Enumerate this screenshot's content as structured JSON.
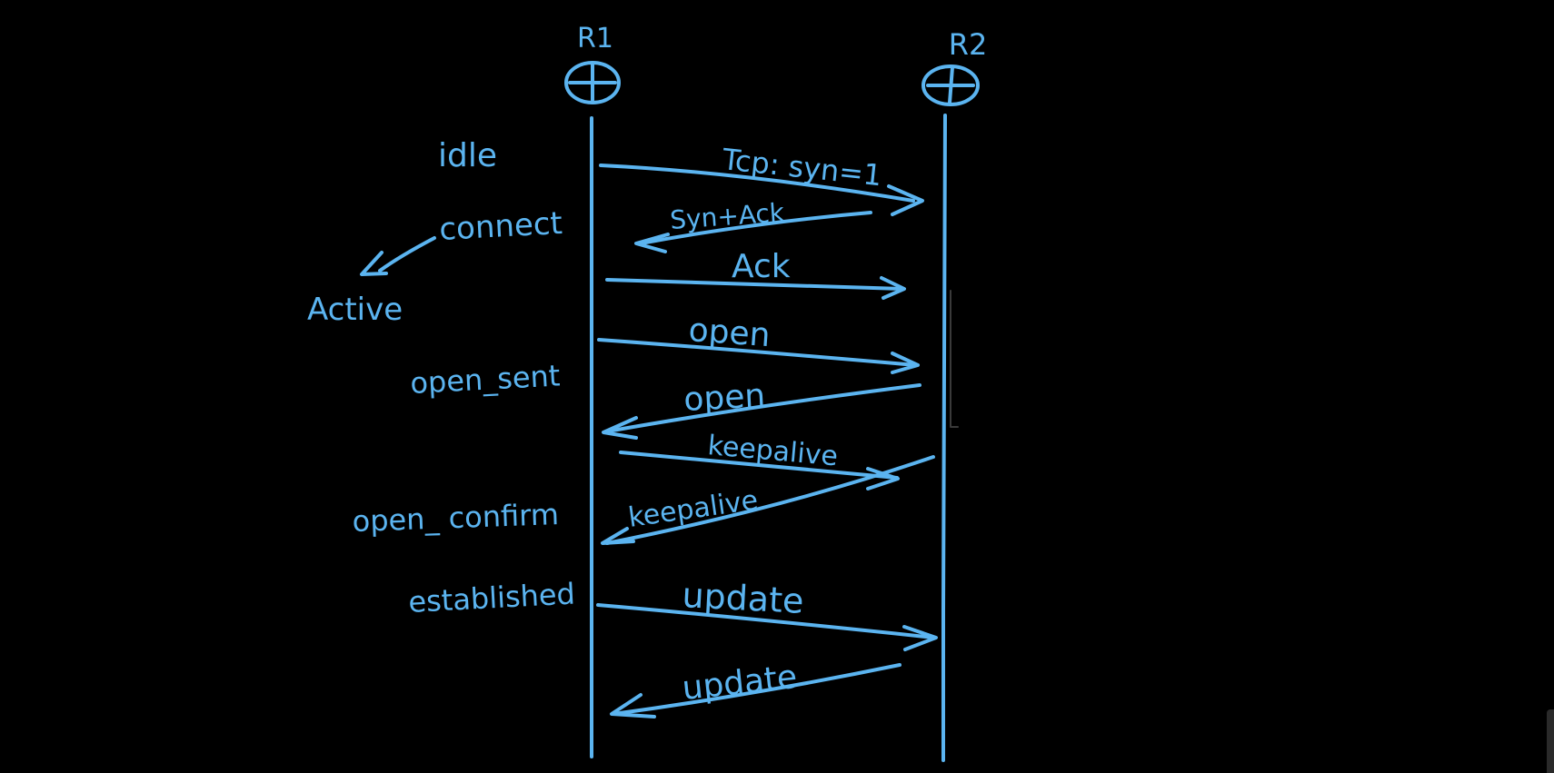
{
  "colors": {
    "ink": "#5bb4f0",
    "background": "#000000"
  },
  "routers": {
    "r1": {
      "label": "R1",
      "icon": "router-icon"
    },
    "r2": {
      "label": "R2",
      "icon": "router-icon"
    }
  },
  "states": {
    "idle": "idle",
    "connect": "connect",
    "active": "Active",
    "open_sent": "open_sent",
    "open_confirm": "open_ confirm",
    "established": "established"
  },
  "messages": {
    "tcp_syn": "Tcp: syn=1",
    "syn_ack": "Syn+Ack",
    "ack": "Ack",
    "open_1": "open",
    "open_2": "open",
    "keepalive_1": "keepalive",
    "keepalive_2": "keepalive",
    "update_1": "update",
    "update_2": "update"
  }
}
